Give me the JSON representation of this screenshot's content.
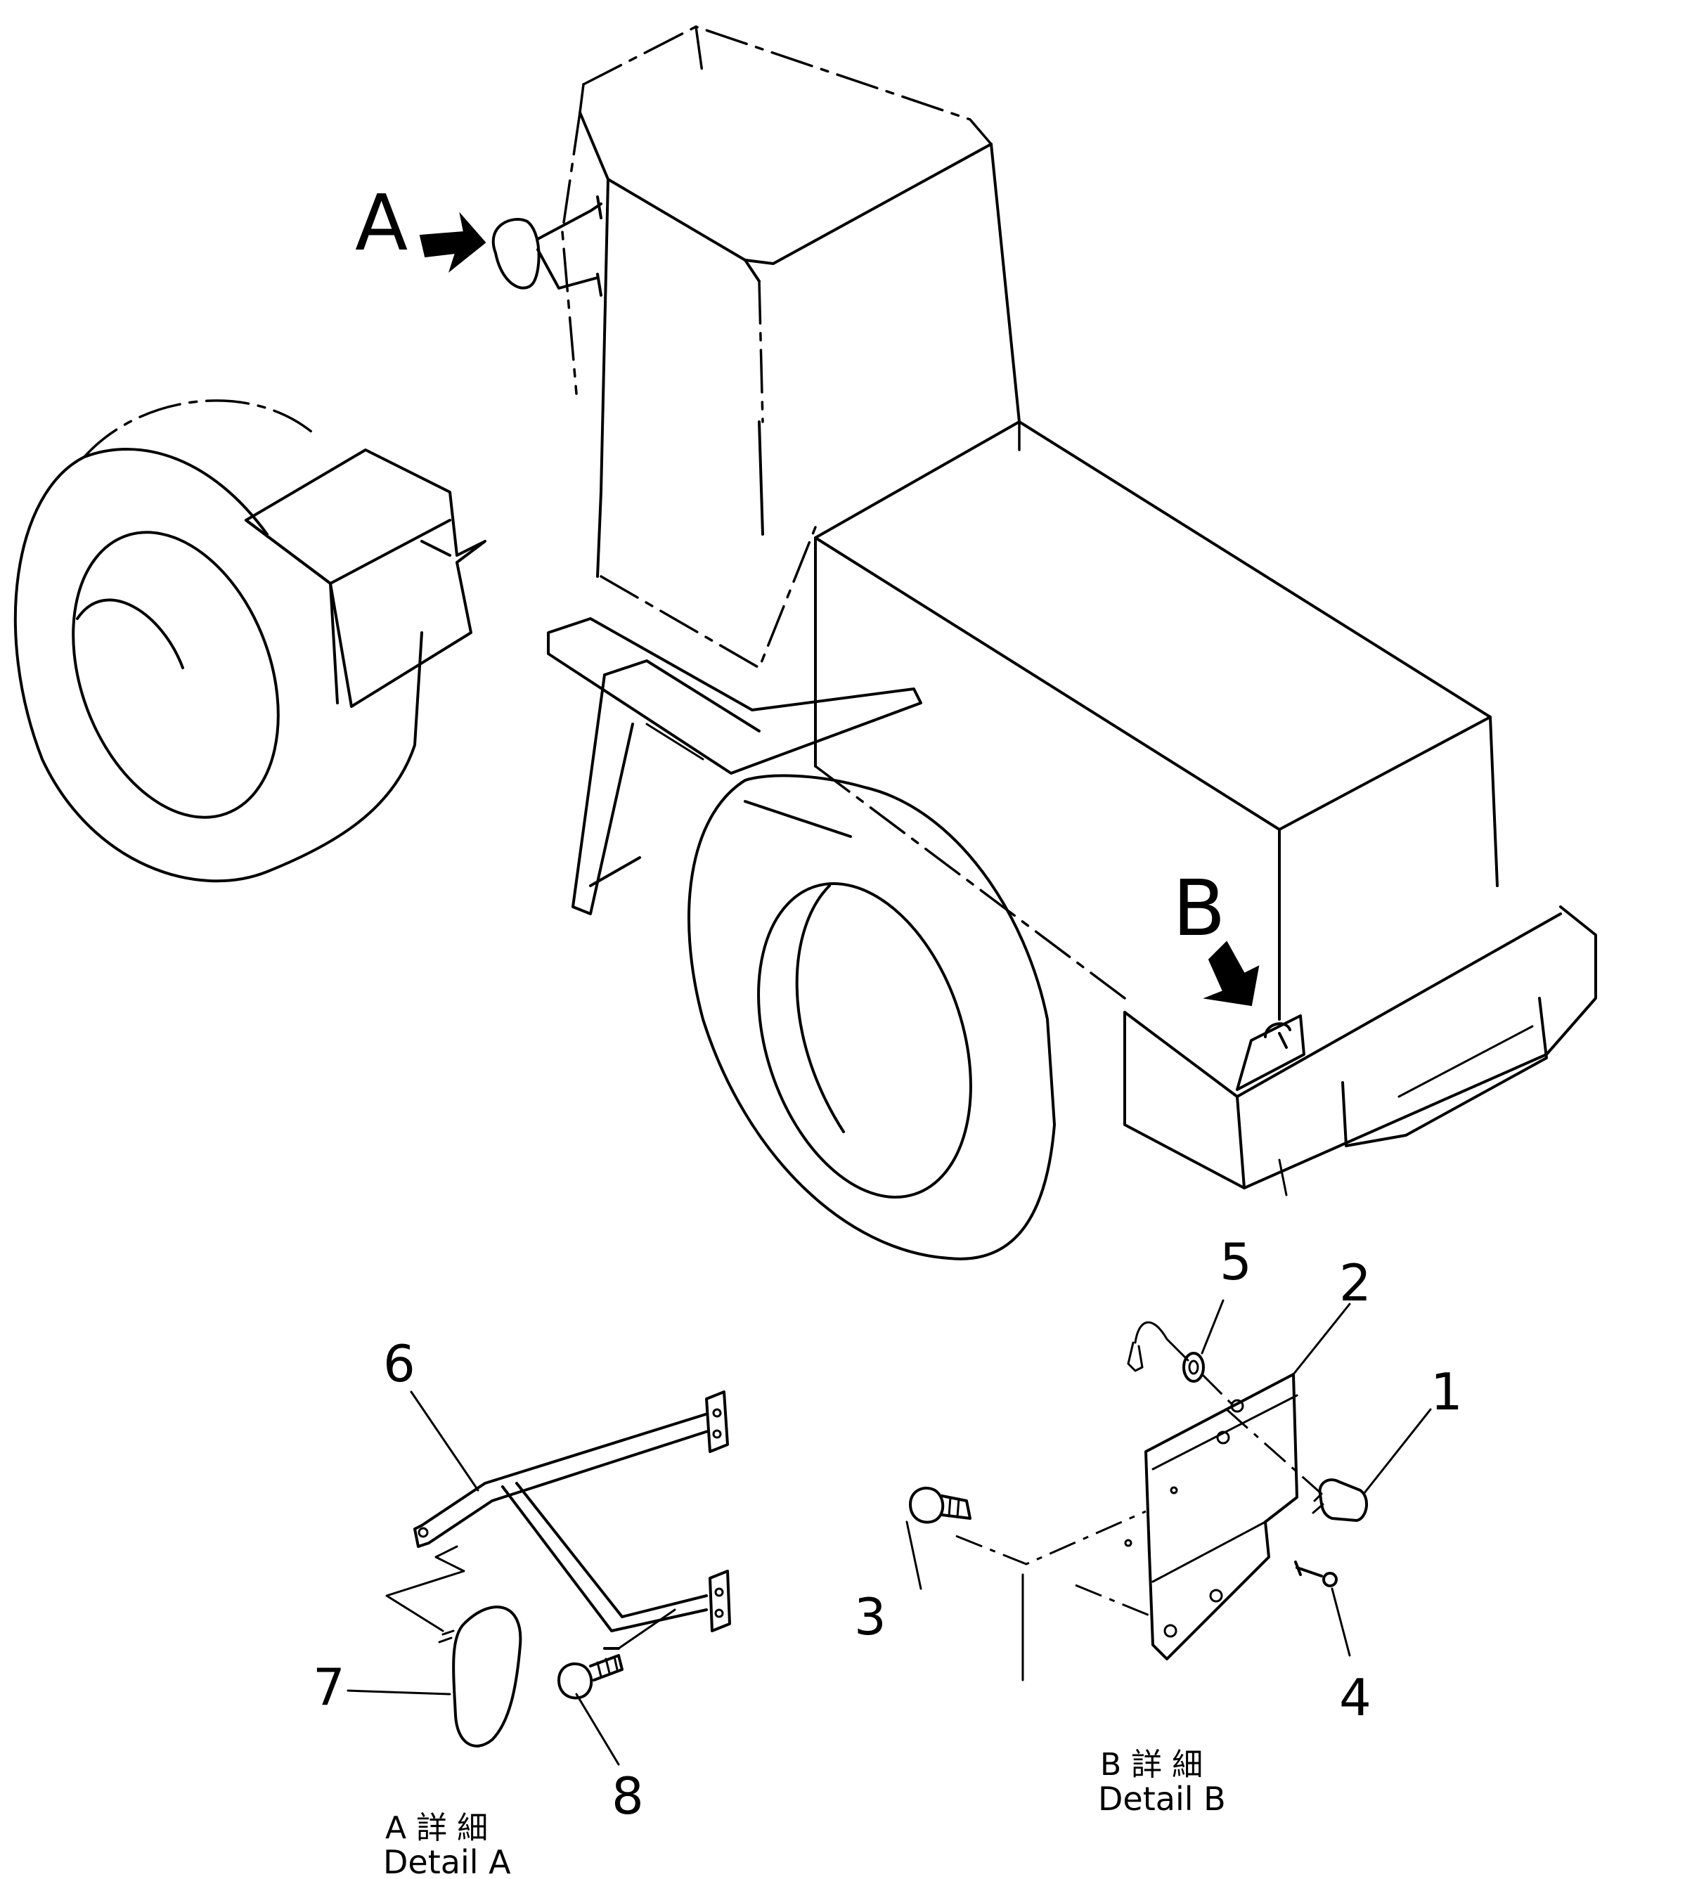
{
  "callouts": {
    "view_a": "A",
    "view_b": "B",
    "part_1": "1",
    "part_2": "2",
    "part_3": "3",
    "part_4": "4",
    "part_5": "5",
    "part_6": "6",
    "part_7": "7",
    "part_8": "8"
  },
  "detail_a": {
    "title_jp": "A 詳 細",
    "title_en": "Detail A"
  },
  "detail_b": {
    "title_jp": "B 詳 細",
    "title_en": "Detail B"
  }
}
